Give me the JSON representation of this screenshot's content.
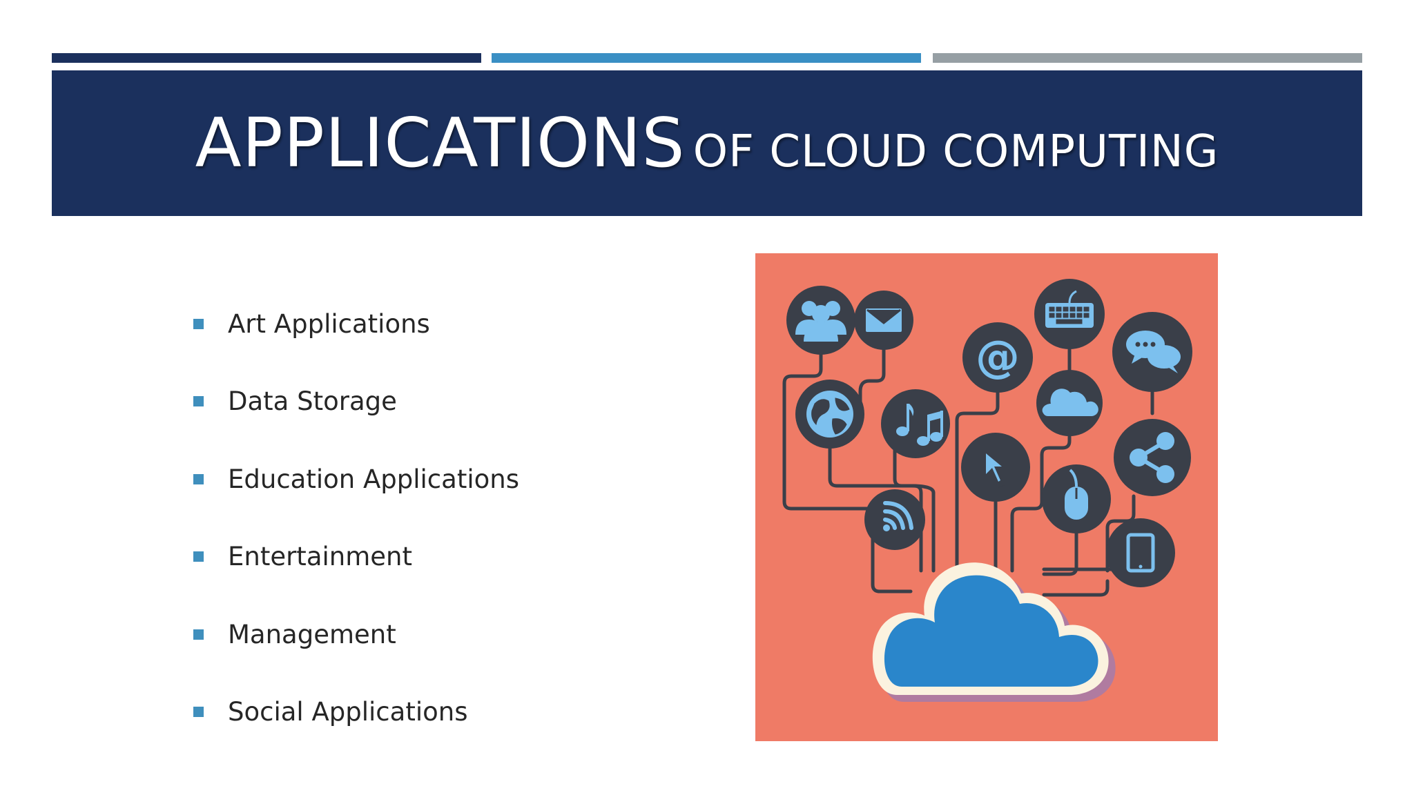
{
  "colors": {
    "navy": "#1b305d",
    "accent_blue": "#3a8fc4",
    "accent_gray": "#969fa4",
    "bullet": "#3f8fbd",
    "illustration_bg": "#ef7b66",
    "icon_circle": "#3a3f49",
    "icon_fill": "#7cc0ee",
    "cloud": "#2a86cb"
  },
  "slide": {
    "title_main": "APPLICATIONS",
    "title_sub": "OF CLOUD COMPUTING",
    "bullets": [
      "Art Applications",
      "Data Storage",
      "Education Applications",
      "Entertainment",
      "Management",
      "Social Applications"
    ]
  },
  "illustration": {
    "icons": [
      "users-icon",
      "envelope-icon",
      "at-sign-icon",
      "keyboard-icon",
      "chat-bubbles-icon",
      "globe-icon",
      "music-icon",
      "cloud-icon",
      "pointer-icon",
      "share-icon",
      "wifi-icon",
      "mouse-icon",
      "tablet-icon"
    ],
    "central_icon": "cloud-icon"
  }
}
